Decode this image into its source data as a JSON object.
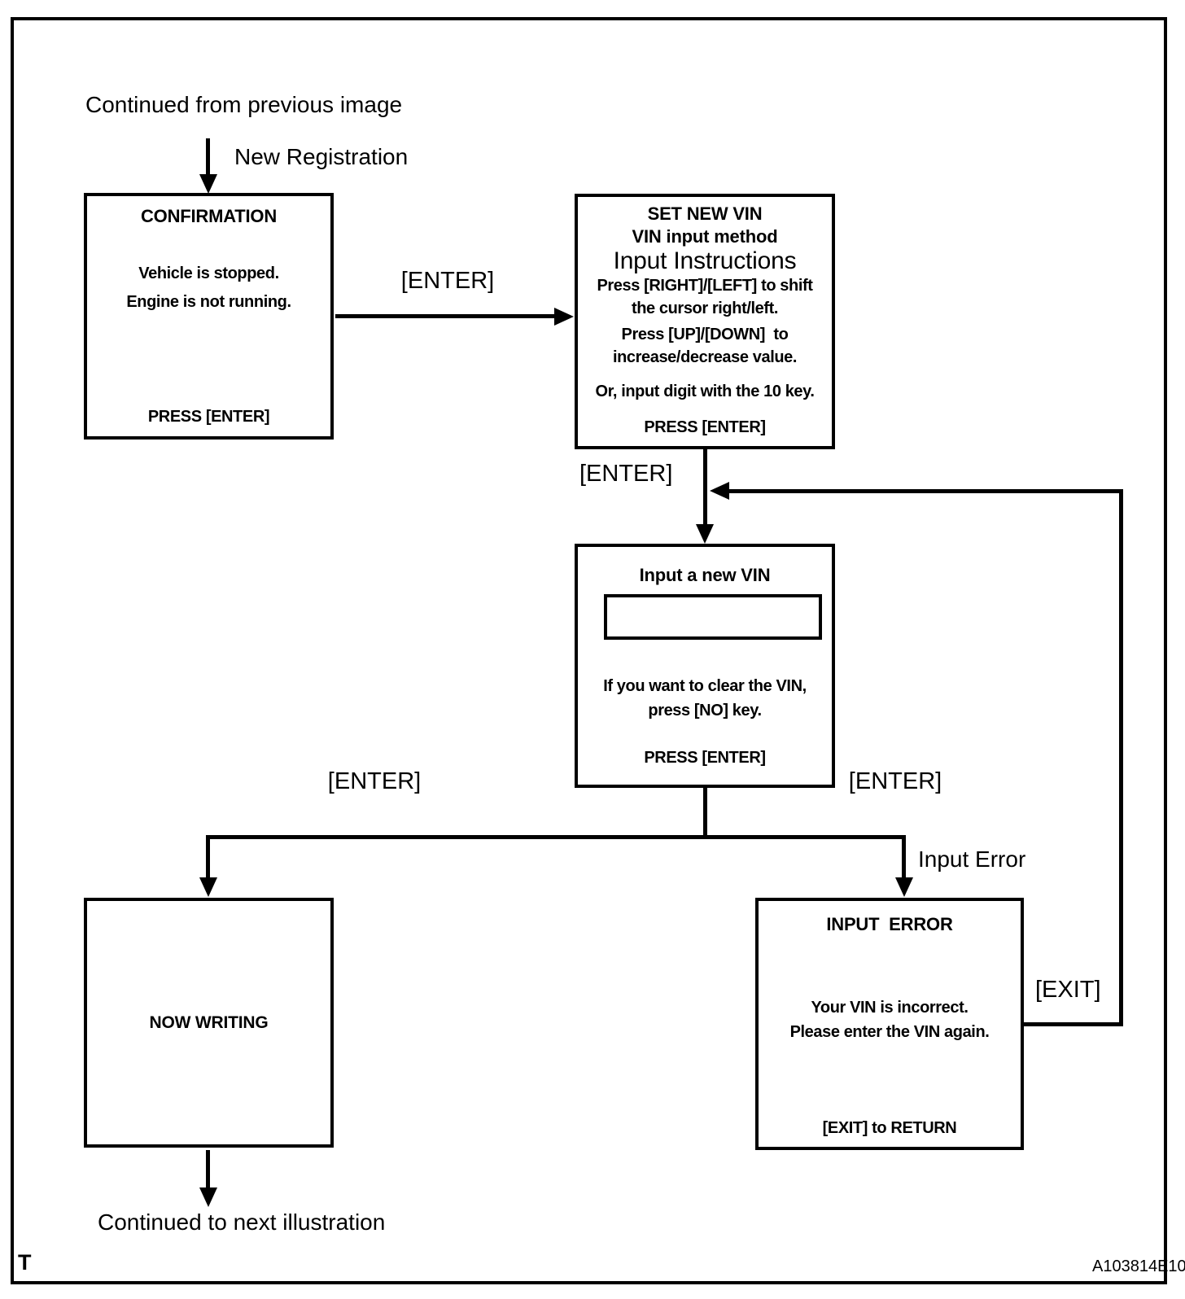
{
  "page": {
    "top_note": "Continued from previous image",
    "bottom_note": "Continued to next illustration",
    "corner_letter": "T",
    "figure_code": "A103814E10"
  },
  "labels": {
    "new_registration": "New Registration",
    "enter_confirm_to_vin": "[ENTER]",
    "enter_vin_to_input": "[ENTER]",
    "enter_branch_left": "[ENTER]",
    "enter_branch_right": "[ENTER]",
    "input_error": "Input Error",
    "exit": "[EXIT]"
  },
  "boxes": {
    "confirmation": {
      "title": "CONFIRMATION",
      "line1": "Vehicle is stopped.",
      "line2": "Engine is not running.",
      "footer": "PRESS [ENTER]"
    },
    "set_new_vin": {
      "title": "SET NEW VIN",
      "subtitle": "VIN input method",
      "heading": "Input Instructions",
      "inst1a": "Press [RIGHT]/[LEFT] to shift",
      "inst1b": "the cursor right/left.",
      "inst2a": "Press [UP]/[DOWN]  to",
      "inst2b": "increase/decrease value.",
      "inst3": "Or, input digit with the 10 key.",
      "footer": "PRESS [ENTER]"
    },
    "input_vin": {
      "title": "Input a new VIN",
      "vin_field_value": "",
      "note1": "If you want to clear the VIN,",
      "note2": "press [NO] key.",
      "footer": "PRESS [ENTER]"
    },
    "now_writing": {
      "title": "NOW WRITING"
    },
    "input_error": {
      "title": "INPUT  ERROR",
      "line1": "Your VIN is incorrect.",
      "line2": "Please enter the VIN again.",
      "footer": "[EXIT] to RETURN"
    }
  },
  "colors": {
    "line": "#000000",
    "background": "#ffffff"
  }
}
